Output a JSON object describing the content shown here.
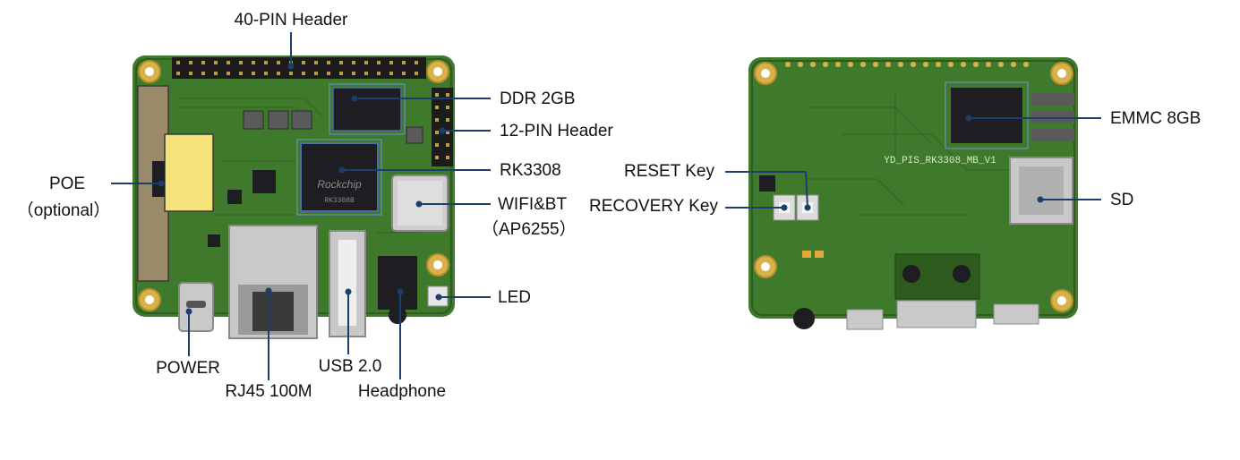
{
  "front_labels": {
    "pin40": "40-PIN Header",
    "ddr": "DDR 2GB",
    "pin12": "12-PIN Header",
    "soc": "RK3308",
    "wifi_1": "WIFI&BT",
    "wifi_2": "（AP6255）",
    "led": "LED",
    "poe_1": "POE",
    "poe_2": "（optional）",
    "power": "POWER",
    "rj45": "RJ45 100M",
    "usb": "USB 2.0",
    "headphone": "Headphone"
  },
  "back_labels": {
    "emmc": "EMMC 8GB",
    "reset": "RESET Key",
    "recovery": "RECOVERY Key",
    "sd": "SD"
  },
  "silkscreen": {
    "board_id": "YD_PIS_RK3308_MB_V1",
    "soc_brand": "Rockchip",
    "soc_part": "RK3308B"
  },
  "colors": {
    "pcb": "#3f7a2c",
    "pcb_dark": "#2d5c1e",
    "mounting_hole": "#d7b24a",
    "leader_line": "#1a3f6b",
    "pin_header": "#1c1c1c",
    "chip": "#1e1e22",
    "metal": "#c9c9c9"
  }
}
